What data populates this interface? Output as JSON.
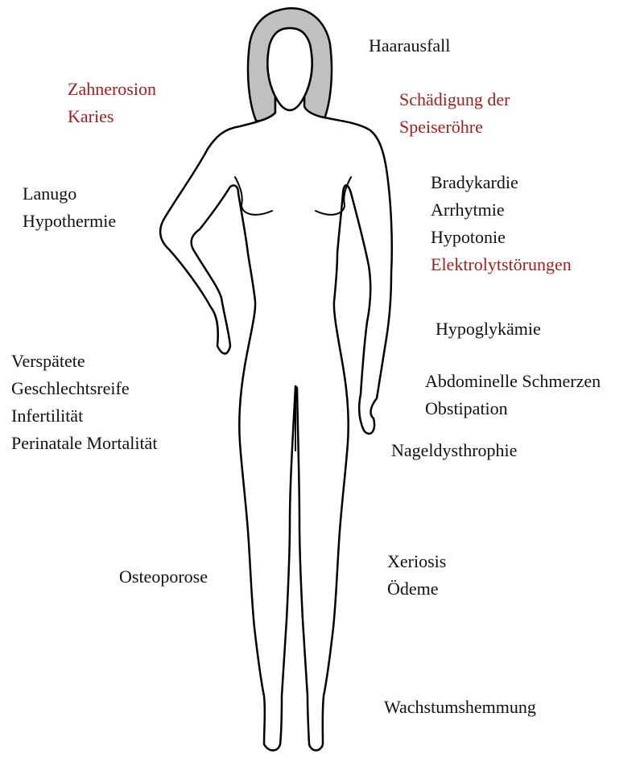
{
  "colors": {
    "outline": "#000000",
    "hair": "#c0c0c0",
    "text": "#111111",
    "highlight": "#a0201e"
  },
  "labels": {
    "haarausfall": [
      "Haarausfall"
    ],
    "zahnerosion": [
      "Zahnerosion",
      "Karies"
    ],
    "speiseroehre": [
      "Schädigung der",
      "Speiseröhre"
    ],
    "lanugo": [
      "Lanugo",
      "Hypothermie"
    ],
    "herz": [
      "Bradykardie",
      "Arrhytmie",
      "Hypotonie"
    ],
    "elektrolyt": [
      "Elektrolytstörungen"
    ],
    "hypoglykaemie": [
      "Hypoglykämie"
    ],
    "abdomen": [
      "Abdominelle Schmerzen",
      "Obstipation"
    ],
    "reproduktion": [
      "Verspätete",
      "Geschlechtsreife",
      "Infertilität",
      "Perinatale Mortalität"
    ],
    "nagel": [
      "Nageldysthrophie"
    ],
    "osteoporose": [
      "Osteoporose"
    ],
    "haut": [
      "Xeriosis",
      "Ödeme"
    ],
    "wachstum": [
      "Wachstumshemmung"
    ]
  }
}
